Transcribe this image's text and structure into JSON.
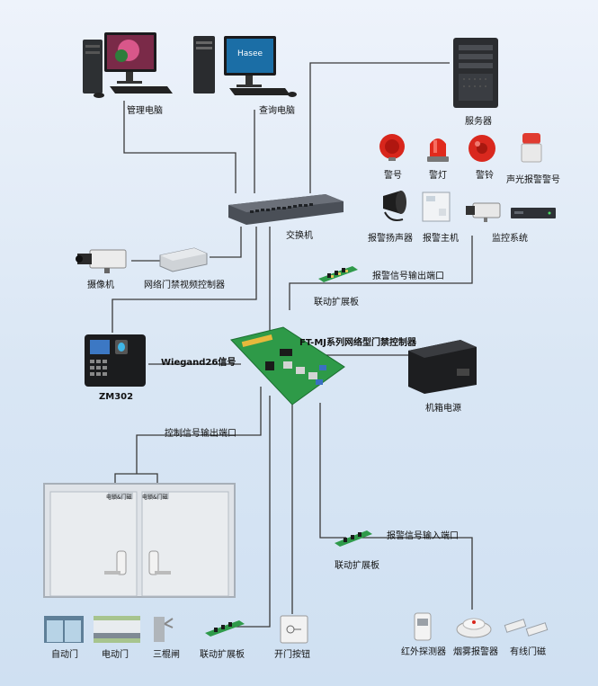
{
  "labels": {
    "admin_pc": "管理电脑",
    "query_pc": "查询电脑",
    "server": "服务器",
    "alarm_horn": "警号",
    "alarm_lamp": "警灯",
    "alarm_bell": "警铃",
    "sound_light_alarm": "声光报警警号",
    "alarm_speaker": "报警扬声器",
    "alarm_host": "报警主机",
    "monitoring_system": "监控系统",
    "switch": "交换机",
    "camera": "摄像机",
    "video_controller": "网络门禁视频控制器",
    "linkage_board_top": "联动扩展板",
    "alarm_output_port": "报警信号输出端口",
    "controller": "FT-MJ系列网络型门禁控制器",
    "wiegand": "Wiegand26信号",
    "zm302": "ZM302",
    "power_box": "机箱电源",
    "control_output_port": "控制信号输出端口",
    "lock_left": "电锁&门磁",
    "lock_right": "电锁&门磁",
    "linkage_board_mid": "联动扩展板",
    "alarm_input_port": "报警信号输入端口",
    "auto_door": "自动门",
    "electric_door": "电动门",
    "tripod_gate": "三棍闸",
    "linkage_board_bottom": "联动扩展板",
    "exit_button": "开门按钮",
    "infrared_detector": "红外探测器",
    "smoke_detector": "烟雾报警器",
    "wired_door_sensor": "有线门磁",
    "monitor_brand": "Hasee"
  },
  "colors": {
    "wire": "#3a3a3a",
    "background": "#dbe7f4",
    "board_green": "#2f9a4a",
    "alarm_red": "#d8261c"
  }
}
